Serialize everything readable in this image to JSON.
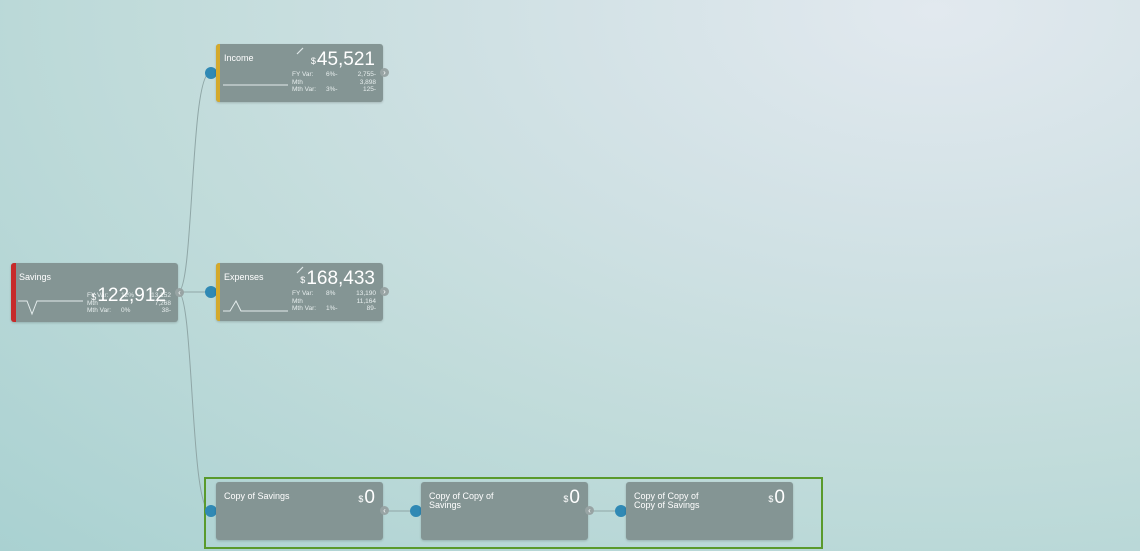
{
  "colors": {
    "income_accent": "#d4a92c",
    "expenses_accent": "#d4a92c",
    "savings_accent": "#c72a2a",
    "port": "#3089b4",
    "highlight_border": "#5a9a2c"
  },
  "nodes": {
    "savings": {
      "title": "Savings",
      "currency": "$",
      "amount": "122,912",
      "stats": [
        {
          "label": "FY Var:",
          "pct": "12%",
          "value": "13,152"
        },
        {
          "label": "Mth",
          "pct": "",
          "value": "7,268"
        },
        {
          "label": "Mth Var:",
          "pct": "0%",
          "value": "38-"
        }
      ]
    },
    "income": {
      "title": "Income",
      "currency": "$",
      "amount": "45,521",
      "stats": [
        {
          "label": "FY Var:",
          "pct": "6%-",
          "value": "2,755-"
        },
        {
          "label": "Mth",
          "pct": "",
          "value": "3,898"
        },
        {
          "label": "Mth Var:",
          "pct": "3%-",
          "value": "125-"
        }
      ]
    },
    "expenses": {
      "title": "Expenses",
      "currency": "$",
      "amount": "168,433",
      "stats": [
        {
          "label": "FY Var:",
          "pct": "8%",
          "value": "13,190"
        },
        {
          "label": "Mth",
          "pct": "",
          "value": "11,164"
        },
        {
          "label": "Mth Var:",
          "pct": "1%-",
          "value": "89-"
        }
      ]
    },
    "copy1": {
      "title": "Copy of Savings",
      "currency": "$",
      "amount": "0"
    },
    "copy2": {
      "title": "Copy of Copy of Savings",
      "currency": "$",
      "amount": "0"
    },
    "copy3": {
      "title": "Copy of Copy of Copy of Savings",
      "currency": "$",
      "amount": "0"
    }
  },
  "icons": {
    "pencil": "pencil-icon",
    "chevron_right": "chevron-right-icon",
    "chevron_left": "chevron-left-icon",
    "port": "connector-port"
  }
}
